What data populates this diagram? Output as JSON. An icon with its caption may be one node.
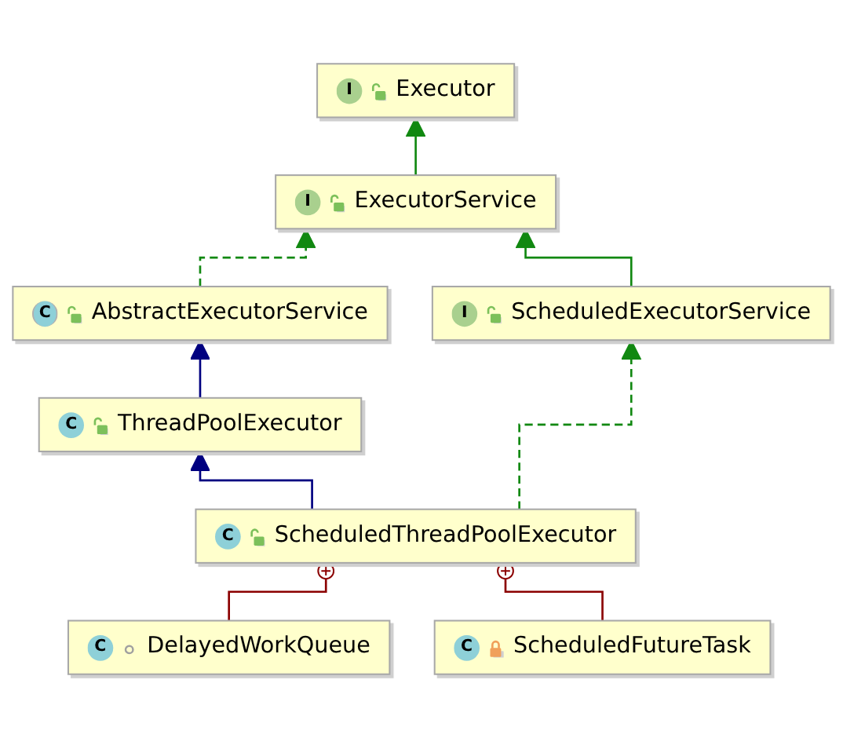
{
  "diagram": {
    "nodes": [
      {
        "text": [
          "I",
          "Executor"
        ]
      },
      {
        "text": [
          "I",
          "ExecutorService"
        ]
      },
      {
        "text": [
          "C",
          "AbstractExecutorService"
        ]
      },
      {
        "text": [
          "I",
          "ScheduledExecutorService"
        ]
      },
      {
        "text": [
          "C",
          "ThreadPoolExecutor"
        ]
      },
      {
        "text": [
          "C",
          "ScheduledThreadPoolExecutor"
        ]
      },
      {
        "text": [
          "C",
          "DelayedWorkQueue"
        ]
      },
      {
        "text": [
          "C",
          "ScheduledFutureTask"
        ]
      }
    ],
    "edges": [
      {
        "from": 1,
        "to": 0,
        "arrow": "to"
      },
      {
        "from": 2,
        "to": 1,
        "arrow": "to",
        "style": "dashed"
      },
      {
        "from": 3,
        "to": 1,
        "arrow": "to"
      },
      {
        "from": 4,
        "to": 2,
        "arrow": "to",
        "color": "#000080"
      },
      {
        "from": 5,
        "to": 4,
        "arrow": "to",
        "color": "#000080"
      },
      {
        "from": 5,
        "to": 3,
        "arrow": "to",
        "style": "dashed"
      },
      {
        "from": 6,
        "to": 5,
        "arrow": "other",
        "color": "#8b0000"
      },
      {
        "from": 7,
        "to": 5,
        "arrow": "other",
        "color": "#8b0000"
      }
    ]
  }
}
